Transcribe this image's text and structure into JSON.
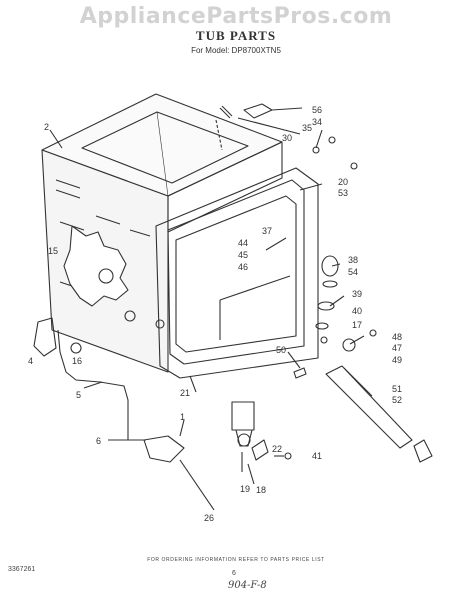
{
  "watermark": "AppliancePartsPros.com",
  "title": "TUB PARTS",
  "subtitle": "For Model: DP8700XTN5",
  "footer_note": "FOR ORDERING INFORMATION REFER TO PARTS PRICE LIST",
  "doc_number": "3367261",
  "page_number": "6",
  "handwritten_note": "904-F-8",
  "part_labels": {
    "p56": "56",
    "p34": "34",
    "p35": "35",
    "p30": "30",
    "p2": "2",
    "p20": "20",
    "p53": "53",
    "p15": "15",
    "p37": "37",
    "p44": "44",
    "p45": "45",
    "p46": "46",
    "p38": "38",
    "p54": "54",
    "p39": "39",
    "p40": "40",
    "p17": "17",
    "p48": "48",
    "p47": "47",
    "p49": "49",
    "p50": "50",
    "p16": "16",
    "p4": "4",
    "p5": "5",
    "p21": "21",
    "p51": "51",
    "p52": "52",
    "p1": "1",
    "p6": "6",
    "p22": "22",
    "p41": "41",
    "p19": "19",
    "p18": "18",
    "p26": "26"
  }
}
